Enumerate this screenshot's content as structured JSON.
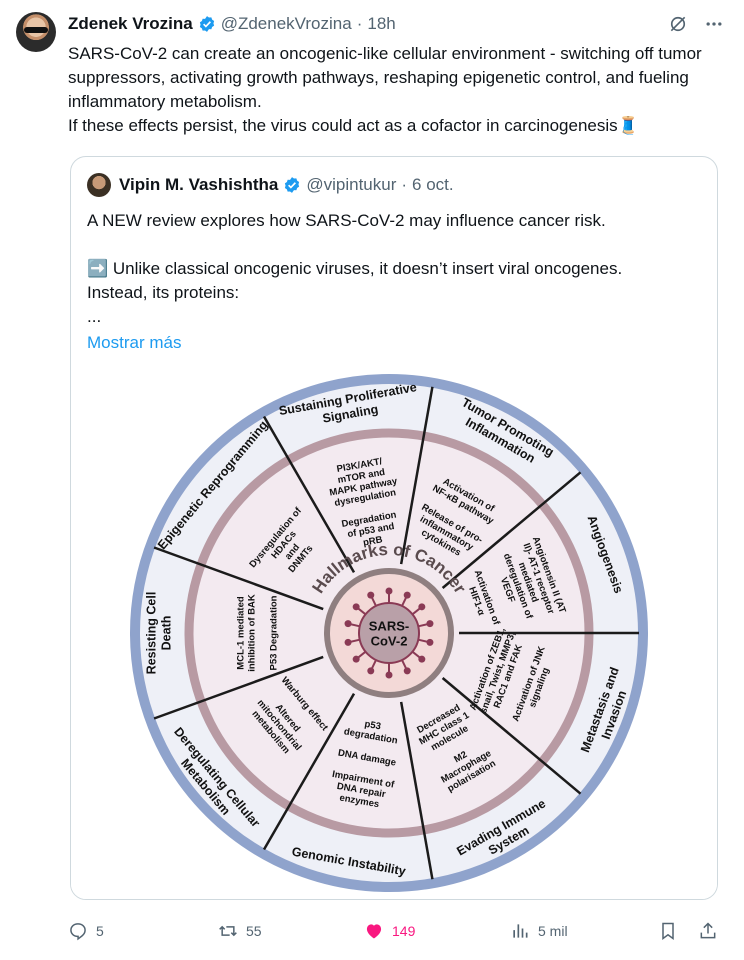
{
  "tweet": {
    "author_name": "Zdenek Vrozina",
    "author_handle": "@ZdenekVrozina",
    "dot": "·",
    "time": "18h",
    "text": "SARS-CoV-2 can create an oncogenic-like cellular environment - switching off tumor suppressors, activating growth pathways, reshaping epigenetic control, and fueling inflammatory metabolism.\nIf these effects persist, the virus could act as a cofactor in carcinogenesis🧵"
  },
  "quote": {
    "author_name": "Vipin M. Vashishtha",
    "author_handle": "@vipintukur",
    "dot": "·",
    "time": "6 oct.",
    "text": "A NEW review explores how SARS-CoV-2 may influence cancer risk.\n\n➡️ Unlike classical oncogenic viruses, it doesn’t insert viral oncogenes.\nInstead, its proteins:\n...",
    "show_more": "Mostrar más"
  },
  "figure": {
    "arc_title": "Hallmarks of Cancer",
    "center": "SARS-\nCoV-2",
    "outer": [
      "Sustaining Proliferative Signaling",
      "Tumor Promoting Inflammation",
      "Angiogenesis",
      "Metastasis and Invasion",
      "Evading Immune System",
      "Genomic Instability",
      "Deregulating Cellular Metabolism",
      "Resisting Cell Death",
      "Epigenetic Reprogramming"
    ],
    "inner": [
      [
        "PI3K/AKT/",
        "mTOR and",
        "MAPK pathway",
        "dysregulation",
        "",
        "Degradation",
        "of p53 and",
        "pRB"
      ],
      [
        "Activation of",
        "NF-κB pathway",
        "",
        "Release of pro-",
        "inflammatory",
        "cytokines"
      ],
      [
        "Angiotensin II (AT",
        "II)- AT-1 receptor",
        "mediated",
        "deregulation of",
        "VEGF",
        "",
        "Activation of",
        "HIF1-α"
      ],
      [
        "Activation of ZEB1,",
        "snail, Twist, MMP3,",
        "RAC1 and FAK",
        "",
        "Activation of JNK",
        "signaling"
      ],
      [
        "Decreased",
        "MHC class 1",
        "molecule",
        "",
        "M2",
        "Macrophage",
        "polarisation"
      ],
      [
        "p53",
        "degradation",
        "",
        "DNA damage",
        "",
        "Impairment of",
        "DNA repair",
        "enzymes"
      ],
      [
        "Warburg effect",
        "",
        "Altered",
        "mitochondrial",
        "metabolism"
      ],
      [
        "MCL-1 mediated",
        "inhibition of BAK",
        "",
        "P53 Degradation"
      ],
      [
        "Dysregulation of",
        "HDACs",
        "and",
        "DNMTs"
      ]
    ]
  },
  "actions": {
    "replies": "5",
    "retweets": "55",
    "likes": "149",
    "views": "5 mil"
  },
  "colors": {
    "accent": "#1d9bf0",
    "like": "#f91880",
    "outer_ring": "#8fa3cc",
    "inner_ring": "#b89aa3",
    "wheel_fill": "#eef0f7",
    "inner_fill": "#f3eaf0"
  }
}
